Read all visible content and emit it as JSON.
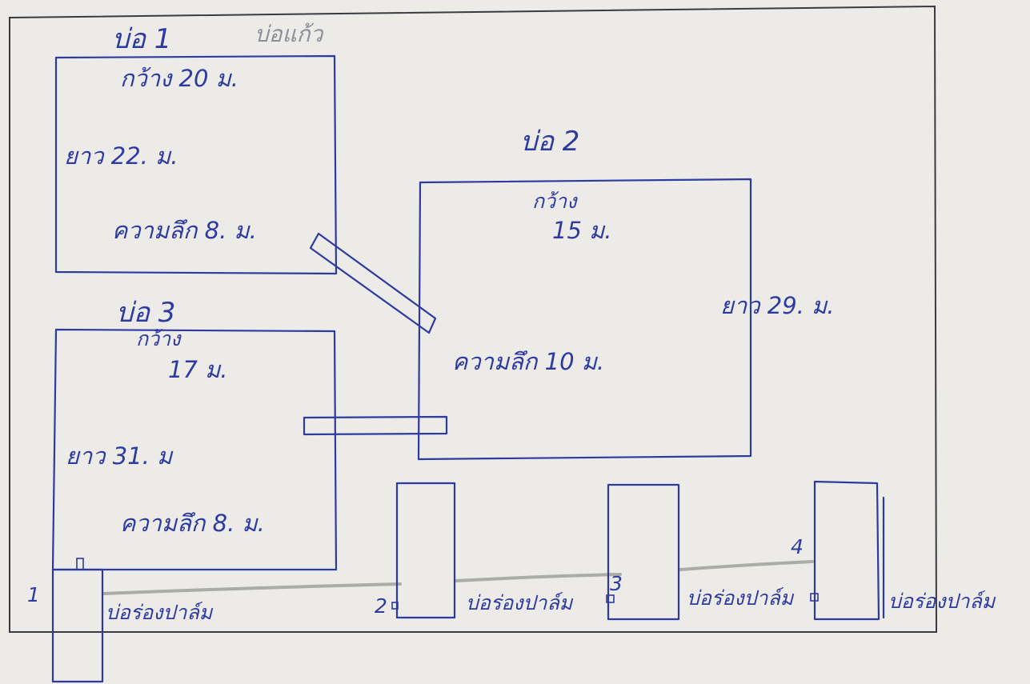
{
  "diagram": {
    "pond1": {
      "name": "บ่อ 1",
      "annotation": "บ่อแก้ว",
      "width": "กว้าง 20 ม.",
      "length": "ยาว 22. ม.",
      "depth": "ความลึก 8. ม."
    },
    "pond2": {
      "name": "บ่อ 2",
      "width_label": "กว้าง",
      "width_value": "15 ม.",
      "length": "ยาว 29. ม.",
      "depth": "ความลึก 10 ม."
    },
    "pond3": {
      "name": "บ่อ 3",
      "width_label": "กว้าง",
      "width_value": "17 ม.",
      "length": "ยาว 31. ม",
      "depth": "ความลึก 8. ม."
    },
    "sumps": [
      {
        "number": "1",
        "label": "บ่อร่องปาล์ม"
      },
      {
        "number": "2",
        "label": "บ่อร่องปาล์ม"
      },
      {
        "number": "3",
        "label": "บ่อร่องปาล์ม"
      },
      {
        "number": "4",
        "label": "บ่อร่องปาล์ม"
      }
    ],
    "colors": {
      "ink": "#2d3aa0",
      "paper": "#ecebe8",
      "frame": "#3a3a40"
    }
  }
}
